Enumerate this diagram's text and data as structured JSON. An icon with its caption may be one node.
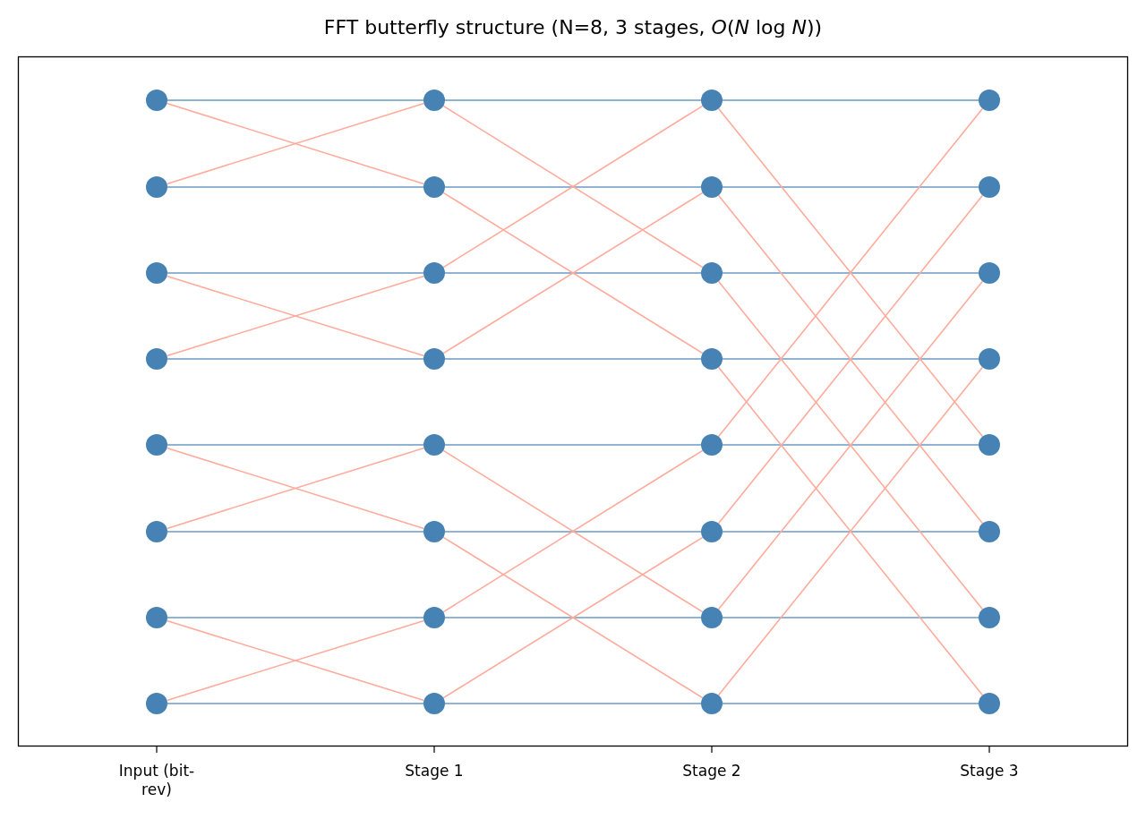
{
  "diagram": {
    "title": "FFT butterfly structure (N=8, 3 stages, *O*(*N* log *N*))",
    "nodes": [
      {
        "text": [],
        "shape": "circle"
      },
      {
        "text": [],
        "shape": "circle"
      },
      {
        "text": [],
        "shape": "circle"
      },
      {
        "text": [],
        "shape": "circle"
      },
      {
        "text": [],
        "shape": "circle"
      },
      {
        "text": [],
        "shape": "circle"
      },
      {
        "text": [],
        "shape": "circle"
      },
      {
        "text": [],
        "shape": "circle"
      },
      {
        "text": [],
        "shape": "circle"
      },
      {
        "text": [],
        "shape": "circle"
      },
      {
        "text": [],
        "shape": "circle"
      },
      {
        "text": [],
        "shape": "circle"
      },
      {
        "text": [],
        "shape": "circle"
      },
      {
        "text": [],
        "shape": "circle"
      },
      {
        "text": [],
        "shape": "circle"
      },
      {
        "text": [],
        "shape": "circle"
      },
      {
        "text": [],
        "shape": "circle"
      },
      {
        "text": [],
        "shape": "circle"
      },
      {
        "text": [],
        "shape": "circle"
      },
      {
        "text": [],
        "shape": "circle"
      },
      {
        "text": [],
        "shape": "circle"
      },
      {
        "text": [],
        "shape": "circle"
      },
      {
        "text": [],
        "shape": "circle"
      },
      {
        "text": [],
        "shape": "circle"
      },
      {
        "text": [],
        "shape": "circle"
      },
      {
        "text": [],
        "shape": "circle"
      },
      {
        "text": [],
        "shape": "circle"
      },
      {
        "text": [],
        "shape": "circle"
      },
      {
        "text": [],
        "shape": "circle"
      },
      {
        "text": [],
        "shape": "circle"
      },
      {
        "text": [],
        "shape": "circle"
      },
      {
        "text": [],
        "shape": "circle"
      }
    ],
    "edges": [
      {
        "from": 0,
        "to": 8,
        "arrow": "none",
        "color": "#6b9ac4"
      },
      {
        "from": 1,
        "to": 9,
        "arrow": "none",
        "color": "#6b9ac4"
      },
      {
        "from": 2,
        "to": 10,
        "arrow": "none",
        "color": "#6b9ac4"
      },
      {
        "from": 3,
        "to": 11,
        "arrow": "none",
        "color": "#6b9ac4"
      },
      {
        "from": 4,
        "to": 12,
        "arrow": "none",
        "color": "#6b9ac4"
      },
      {
        "from": 5,
        "to": 13,
        "arrow": "none",
        "color": "#6b9ac4"
      },
      {
        "from": 6,
        "to": 14,
        "arrow": "none",
        "color": "#6b9ac4"
      },
      {
        "from": 7,
        "to": 15,
        "arrow": "none",
        "color": "#6b9ac4"
      },
      {
        "from": 0,
        "to": 9,
        "arrow": "none",
        "color": "#ffab9c"
      },
      {
        "from": 1,
        "to": 8,
        "arrow": "none",
        "color": "#ffab9c"
      },
      {
        "from": 2,
        "to": 11,
        "arrow": "none",
        "color": "#ffab9c"
      },
      {
        "from": 3,
        "to": 10,
        "arrow": "none",
        "color": "#ffab9c"
      },
      {
        "from": 4,
        "to": 13,
        "arrow": "none",
        "color": "#ffab9c"
      },
      {
        "from": 5,
        "to": 12,
        "arrow": "none",
        "color": "#ffab9c"
      },
      {
        "from": 6,
        "to": 15,
        "arrow": "none",
        "color": "#ffab9c"
      },
      {
        "from": 7,
        "to": 14,
        "arrow": "none",
        "color": "#ffab9c"
      },
      {
        "from": 8,
        "to": 16,
        "arrow": "none",
        "color": "#6b9ac4"
      },
      {
        "from": 9,
        "to": 17,
        "arrow": "none",
        "color": "#6b9ac4"
      },
      {
        "from": 10,
        "to": 18,
        "arrow": "none",
        "color": "#6b9ac4"
      },
      {
        "from": 11,
        "to": 19,
        "arrow": "none",
        "color": "#6b9ac4"
      },
      {
        "from": 12,
        "to": 20,
        "arrow": "none",
        "color": "#6b9ac4"
      },
      {
        "from": 13,
        "to": 21,
        "arrow": "none",
        "color": "#6b9ac4"
      },
      {
        "from": 14,
        "to": 22,
        "arrow": "none",
        "color": "#6b9ac4"
      },
      {
        "from": 15,
        "to": 23,
        "arrow": "none",
        "color": "#6b9ac4"
      },
      {
        "from": 8,
        "to": 18,
        "arrow": "none",
        "color": "#ffab9c"
      },
      {
        "from": 9,
        "to": 19,
        "arrow": "none",
        "color": "#ffab9c"
      },
      {
        "from": 10,
        "to": 16,
        "arrow": "none",
        "color": "#ffab9c"
      },
      {
        "from": 11,
        "to": 17,
        "arrow": "none",
        "color": "#ffab9c"
      },
      {
        "from": 12,
        "to": 22,
        "arrow": "none",
        "color": "#ffab9c"
      },
      {
        "from": 13,
        "to": 23,
        "arrow": "none",
        "color": "#ffab9c"
      },
      {
        "from": 14,
        "to": 20,
        "arrow": "none",
        "color": "#ffab9c"
      },
      {
        "from": 15,
        "to": 21,
        "arrow": "none",
        "color": "#ffab9c"
      },
      {
        "from": 16,
        "to": 24,
        "arrow": "none",
        "color": "#6b9ac4"
      },
      {
        "from": 17,
        "to": 25,
        "arrow": "none",
        "color": "#6b9ac4"
      },
      {
        "from": 18,
        "to": 26,
        "arrow": "none",
        "color": "#6b9ac4"
      },
      {
        "from": 19,
        "to": 27,
        "arrow": "none",
        "color": "#6b9ac4"
      },
      {
        "from": 20,
        "to": 28,
        "arrow": "none",
        "color": "#6b9ac4"
      },
      {
        "from": 21,
        "to": 29,
        "arrow": "none",
        "color": "#6b9ac4"
      },
      {
        "from": 22,
        "to": 30,
        "arrow": "none",
        "color": "#6b9ac4"
      },
      {
        "from": 23,
        "to": 31,
        "arrow": "none",
        "color": "#6b9ac4"
      },
      {
        "from": 16,
        "to": 28,
        "arrow": "none",
        "color": "#ffab9c"
      },
      {
        "from": 17,
        "to": 29,
        "arrow": "none",
        "color": "#ffab9c"
      },
      {
        "from": 18,
        "to": 30,
        "arrow": "none",
        "color": "#ffab9c"
      },
      {
        "from": 19,
        "to": 31,
        "arrow": "none",
        "color": "#ffab9c"
      },
      {
        "from": 20,
        "to": 24,
        "arrow": "none",
        "color": "#ffab9c"
      },
      {
        "from": 21,
        "to": 25,
        "arrow": "none",
        "color": "#ffab9c"
      },
      {
        "from": 22,
        "to": 26,
        "arrow": "none",
        "color": "#ffab9c"
      },
      {
        "from": 23,
        "to": 27,
        "arrow": "none",
        "color": "#ffab9c"
      }
    ],
    "labels": [
      "Input (bit-rev)",
      "Stage 1",
      "Stage 2",
      "Stage 3"
    ]
  }
}
